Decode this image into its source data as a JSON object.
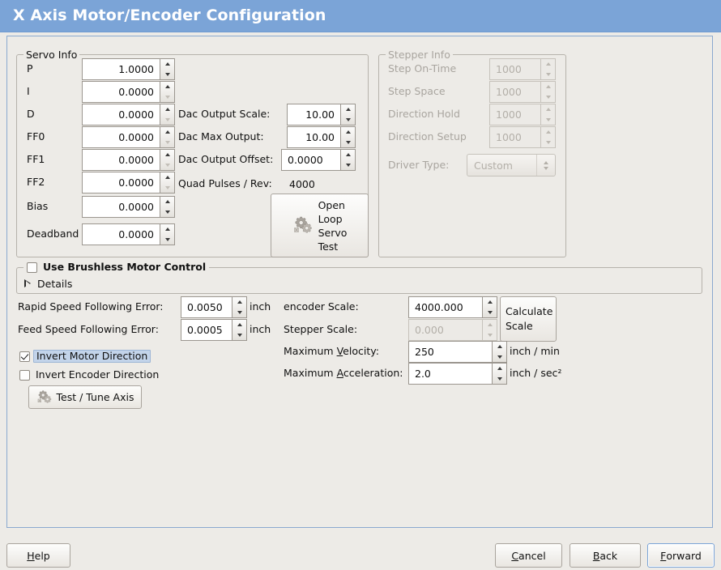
{
  "window": {
    "title": "X Axis Motor/Encoder Configuration"
  },
  "servo": {
    "legend": "Servo Info",
    "rows": [
      {
        "label": "P",
        "value": "1.0000"
      },
      {
        "label": "I",
        "value": "0.0000"
      },
      {
        "label": "D",
        "value": "0.0000"
      },
      {
        "label": "FF0",
        "value": "0.0000"
      },
      {
        "label": "FF1",
        "value": "0.0000"
      },
      {
        "label": "FF2",
        "value": "0.0000"
      },
      {
        "label": "Bias",
        "value": "0.0000"
      },
      {
        "label": "Deadband",
        "value": "0.0000"
      }
    ],
    "dac_output_scale_label": "Dac Output Scale:",
    "dac_output_scale_value": "10.00",
    "dac_max_output_label": "Dac Max Output:",
    "dac_max_output_value": "10.00",
    "dac_output_offset_label": "Dac Output Offset:",
    "dac_output_offset_value": "0.0000",
    "quad_pulses_label": "Quad Pulses / Rev:",
    "quad_pulses_value": "4000",
    "open_loop_button": "Open\nLoop\nServo\nTest"
  },
  "stepper": {
    "legend": "Stepper Info",
    "rows": [
      {
        "label": "Step On-Time",
        "value": "1000"
      },
      {
        "label": "Step Space",
        "value": "1000"
      },
      {
        "label": "Direction Hold",
        "value": "1000"
      },
      {
        "label": "Direction Setup",
        "value": "1000"
      }
    ],
    "driver_type_label": "Driver Type:",
    "driver_type_value": "Custom",
    "enabled": false
  },
  "brushless": {
    "checkbox_label": "Use Brushless Motor Control",
    "checked": false,
    "details_label": "Details",
    "details_expanded": false
  },
  "tuning": {
    "rapid_error_label": "Rapid Speed Following Error:",
    "rapid_error_value": "0.0050",
    "rapid_error_unit": "inch",
    "feed_error_label": "Feed Speed Following Error:",
    "feed_error_value": "0.0005",
    "feed_error_unit": "inch",
    "invert_motor_label": "Invert Motor Direction",
    "invert_motor_checked": true,
    "invert_encoder_label": "Invert Encoder Direction",
    "invert_encoder_checked": false,
    "test_tune_button": "Test / Tune Axis"
  },
  "scale": {
    "encoder_scale_label": "encoder Scale:",
    "encoder_scale_value": "4000.000",
    "stepper_scale_label": "Stepper Scale:",
    "stepper_scale_value": "0.000",
    "stepper_scale_enabled": false,
    "calculate_button": "Calculate\nScale",
    "max_velocity_label_pre": "Maximum ",
    "max_velocity_label_mn": "V",
    "max_velocity_label_post": "elocity:",
    "max_velocity_value": "250",
    "max_velocity_unit": "inch / min",
    "max_accel_label_pre": "Maximum ",
    "max_accel_label_mn": "A",
    "max_accel_label_post": "cceleration:",
    "max_accel_value": "2.0",
    "max_accel_unit": "inch / sec²"
  },
  "footer": {
    "help_pre": "",
    "help_mn": "H",
    "help_post": "elp",
    "cancel_pre": "",
    "cancel_mn": "C",
    "cancel_post": "ancel",
    "back_pre": "",
    "back_mn": "B",
    "back_post": "ack",
    "forward_pre": "",
    "forward_mn": "F",
    "forward_post": "orward"
  },
  "colors": {
    "titlebar": "#7ba4d7",
    "background": "#edebe7",
    "panel_border": "#8ba9cf",
    "focus": "#7ba4d7",
    "selection": "#c3d4ea"
  }
}
